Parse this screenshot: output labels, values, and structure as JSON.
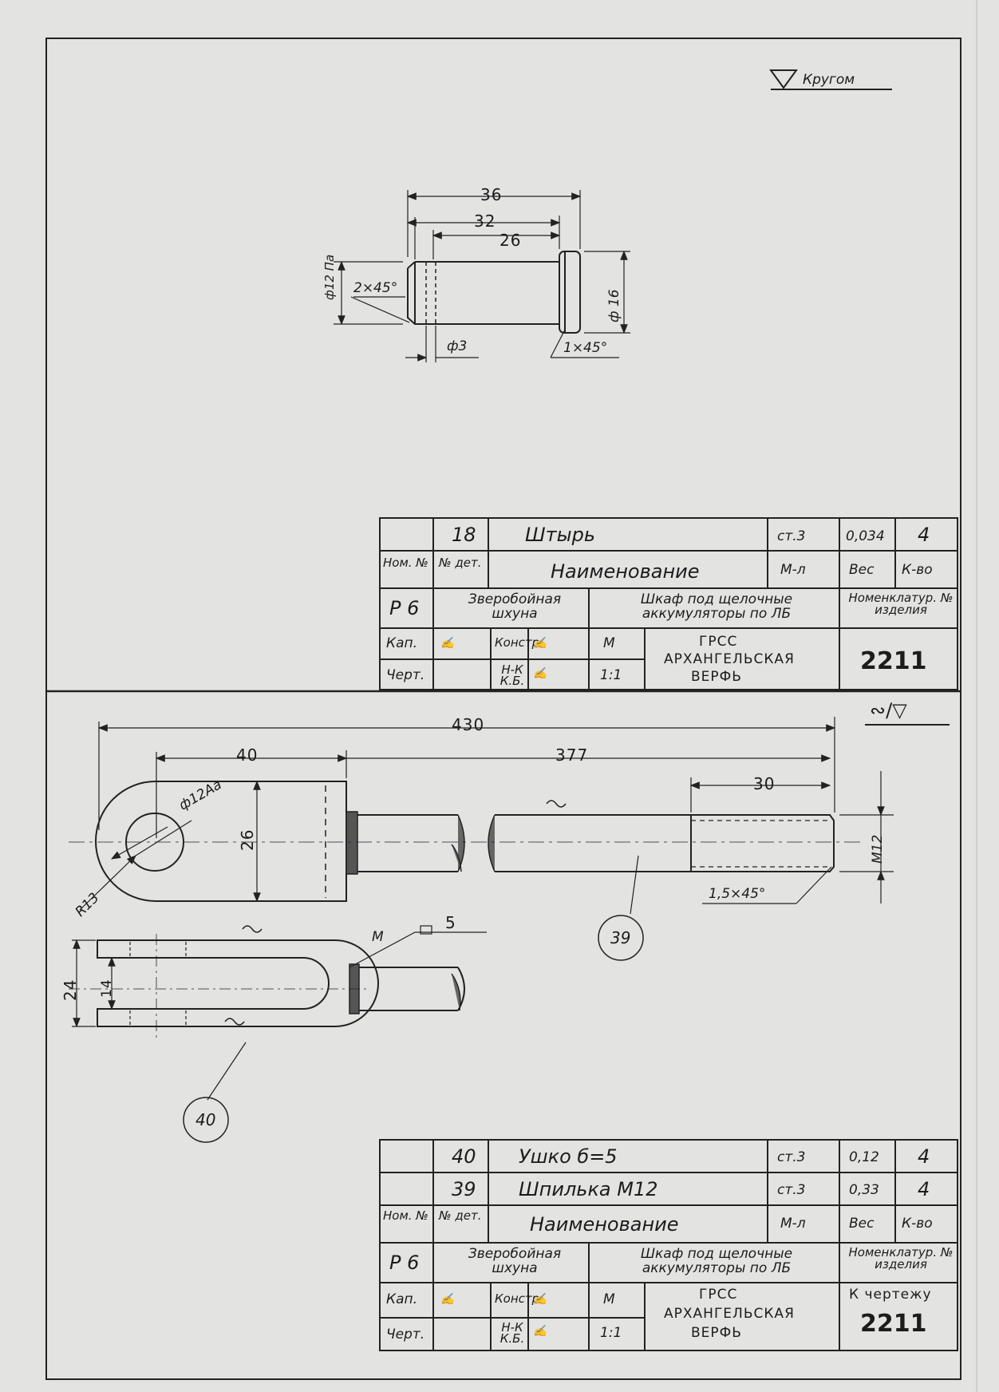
{
  "top": {
    "surface_note": "Кругом",
    "pin": {
      "dims": {
        "overall": "36",
        "mid": "32",
        "shank": "26",
        "dia_shank": "ф12 Па",
        "dia_head": "ф 16",
        "chamfer_end": "2×45°",
        "chamfer_head": "1×45°",
        "hole": "ф3"
      }
    },
    "title_block": {
      "rows": [
        {
          "num": "18",
          "name": "Штырь",
          "material": "ст.3",
          "weight": "0,034",
          "qty": "4"
        }
      ],
      "headers": {
        "num": "Ном. №",
        "det": "№ дет.",
        "name": "Наименование",
        "material": "М-л",
        "weight": "Вес",
        "qty": "К-во"
      },
      "code": "Р 6",
      "vessel": "Зверобойная шхуна",
      "item": "Шкаф под щелочные аккумуляторы по ЛБ",
      "nomenclature": "Номенклатур. № изделия",
      "cap_label": "Кап.",
      "draw_label": "Черт.",
      "konst_label": "Констр.",
      "nk_label": "Н-К К.Б.",
      "scale_label": "М",
      "scale": "1:1",
      "org": [
        "ГРСС",
        "АРХАНГЕЛЬСКАЯ",
        "ВЕРФЬ"
      ],
      "drawing_no": "2211"
    }
  },
  "bottom": {
    "surface_note": "∾/▽",
    "dims": {
      "overall": "430",
      "eye": "40",
      "rod": "377",
      "thread_len": "30",
      "eye_width": "26",
      "hole": "ф12Аа",
      "radius": "R13",
      "thread": "М12",
      "thread_chamfer": "1,5×45°",
      "fork_outer": "24",
      "fork_inner": "14",
      "weld": "М",
      "weld_size": "5"
    },
    "callouts": {
      "stud": "39",
      "lug": "40"
    },
    "title_block": {
      "rows": [
        {
          "num": "40",
          "name": "Ушко б=5",
          "material": "ст.3",
          "weight": "0,12",
          "qty": "4"
        },
        {
          "num": "39",
          "name": "Шпилька М12",
          "material": "ст.3",
          "weight": "0,33",
          "qty": "4"
        }
      ],
      "headers": {
        "num": "Ном. №",
        "det": "№ дет.",
        "name": "Наименование",
        "material": "М-л",
        "weight": "Вес",
        "qty": "К-во"
      },
      "code": "Р 6",
      "vessel": "Зверобойная шхуна",
      "item": "Шкаф под щелочные аккумуляторы по ЛБ",
      "nomenclature": "Номенклатур. № изделия",
      "cap_label": "Кап.",
      "draw_label": "Черт.",
      "konst_label": "Констр.",
      "nk_label": "Н-К К.Б.",
      "scale_label": "М",
      "scale": "1:1",
      "org": [
        "ГРСС",
        "АРХАНГЕЛЬСКАЯ",
        "ВЕРФЬ"
      ],
      "ref_label": "К чертежу",
      "drawing_no": "2211"
    }
  }
}
